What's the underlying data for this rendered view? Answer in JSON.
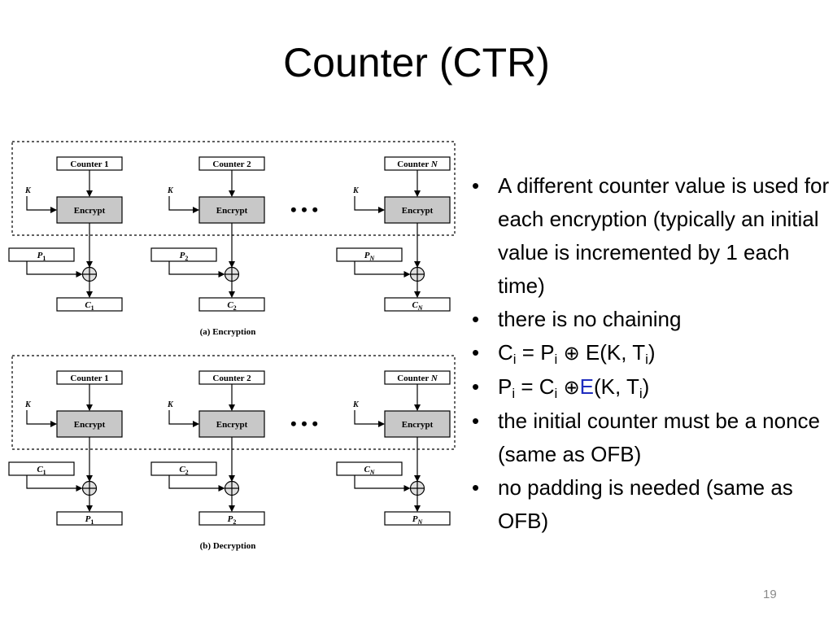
{
  "title": "Counter (CTR)",
  "diagram": {
    "encryption": {
      "caption": "(a) Encryption",
      "top_boxes": [
        "Counter 1",
        "Counter 2",
        "Counter N"
      ],
      "mid_boxes": [
        "Encrypt",
        "Encrypt",
        "Encrypt"
      ],
      "key_labels": [
        "K",
        "K",
        "K"
      ],
      "input_boxes": [
        "P1",
        "P2",
        "PN"
      ],
      "output_boxes": [
        "C1",
        "C2",
        "CN"
      ],
      "ellipsis": "• • •"
    },
    "decryption": {
      "caption": "(b) Decryption",
      "top_boxes": [
        "Counter 1",
        "Counter 2",
        "Counter N"
      ],
      "mid_boxes": [
        "Encrypt",
        "Encrypt",
        "Encrypt"
      ],
      "key_labels": [
        "K",
        "K",
        "K"
      ],
      "input_boxes": [
        "C1",
        "C2",
        "CN"
      ],
      "output_boxes": [
        "P1",
        "P2",
        "PN"
      ],
      "ellipsis": "• • •"
    }
  },
  "bullets": {
    "item1": "A different counter value is used for each encryption (typically an initial value is incremented by 1 each time)",
    "item2": "there is no chaining",
    "item3": {
      "c": "C",
      "sub_i": "i",
      "eq": " = P",
      "xor": "⊕",
      "rest": " E(K, T",
      "close": ")"
    },
    "item4": {
      "p": "P",
      "sub_i": "i",
      "eq": " = C",
      "xor": "⊕",
      "e": "E",
      "rest": "(K, T",
      "close": ")"
    },
    "item5": "the initial counter must be a nonce (same as OFB)",
    "item6": "no padding is needed (same as OFB)"
  },
  "page_number": "19",
  "colors": {
    "accent_blue": "#1f2dbf",
    "encrypt_fill": "#c8c8c8"
  }
}
